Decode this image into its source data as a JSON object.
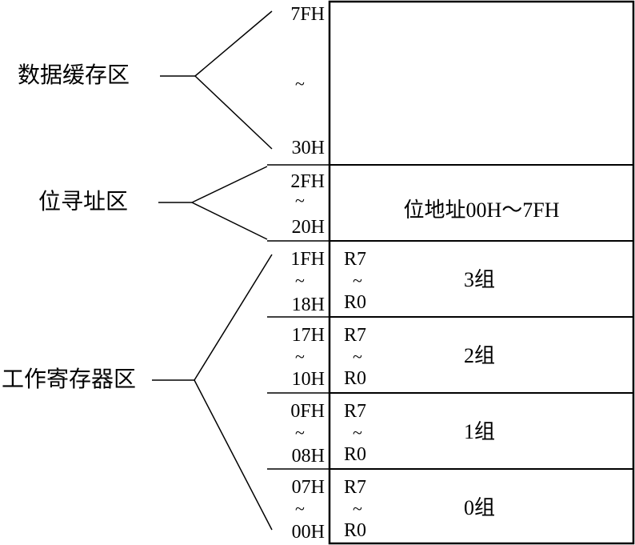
{
  "zones": {
    "data_buffer": "数据缓存区",
    "bit_addressable": "位寻址区",
    "working_registers": "工作寄存器区"
  },
  "data_buffer": {
    "top": "7FH",
    "tilde": "~",
    "bottom": "30H"
  },
  "bit_area": {
    "top": "2FH",
    "tilde": "~",
    "bottom": "20H",
    "content": "位地址00H～7FH"
  },
  "register_groups": [
    {
      "top": "1FH",
      "bottom": "18H",
      "reg_top": "R7",
      "reg_bottom": "R0",
      "tilde": "~",
      "label": "3组"
    },
    {
      "top": "17H",
      "bottom": "10H",
      "reg_top": "R7",
      "reg_bottom": "R0",
      "tilde": "~",
      "label": "2组"
    },
    {
      "top": "0FH",
      "bottom": "08H",
      "reg_top": "R7",
      "reg_bottom": "R0",
      "tilde": "~",
      "label": "1组"
    },
    {
      "top": "07H",
      "bottom": "00H",
      "reg_top": "R7",
      "reg_bottom": "R0",
      "tilde": "~",
      "label": "0组"
    }
  ]
}
